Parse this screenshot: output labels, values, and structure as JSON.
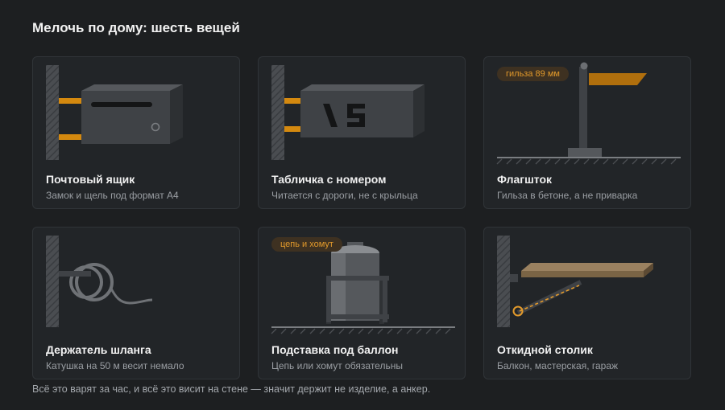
{
  "page": {
    "title": "Мелочь по дому: шесть вещей"
  },
  "cards": [
    {
      "title": "Почтовый ящик",
      "subtitle": "Замок и щель под формат А4",
      "illustration": "mailbox-illustration"
    },
    {
      "title": "Табличка с номером",
      "subtitle": "Читается с дороги, не с крыльца",
      "illustration": "house-number-sign-illustration"
    },
    {
      "title": "Флагшток",
      "subtitle": "Гильза в бетоне, а не приварка",
      "badge": "гильза 89 мм",
      "illustration": "flagpole-illustration"
    },
    {
      "title": "Держатель шланга",
      "subtitle": "Катушка на 50 м весит немало",
      "illustration": "hose-holder-illustration"
    },
    {
      "title": "Подставка под баллон",
      "subtitle": "Цепь или хомут обязательны",
      "badge": "цепь и хомут",
      "illustration": "gas-cylinder-stand-illustration"
    },
    {
      "title": "Откидной столик",
      "subtitle": "Балкон, мастерская, гараж",
      "illustration": "folding-table-illustration"
    }
  ],
  "footer": {
    "note": "Всё это варят за час, и всё это висит на стене — значит держит не изделие, а анкер."
  },
  "colors": {
    "background": "#1d1f21",
    "card": "#222528",
    "accent": "#e39a2b",
    "steel": "#3f4246",
    "wood": "#7a6445"
  }
}
